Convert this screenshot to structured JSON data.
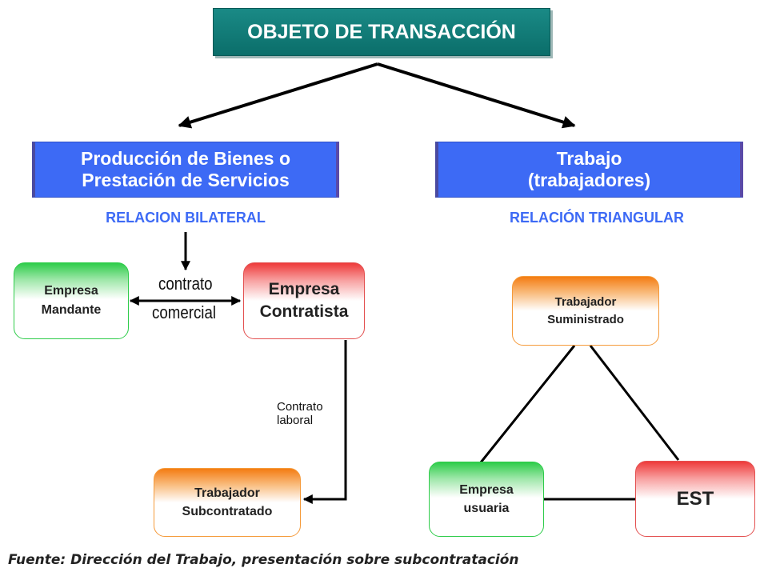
{
  "title": "OBJETO DE TRANSACCIÓN",
  "left_branch": {
    "lines": [
      "Producción de Bienes o",
      "Prestación de Servicios"
    ],
    "relation": "RELACION BILATERAL"
  },
  "right_branch": {
    "lines": [
      "Trabajo",
      "(trabajadores)"
    ],
    "relation": "RELACIÓN TRIANGULAR"
  },
  "bilateral": {
    "empresa_mandante": [
      "Empresa",
      "Mandante"
    ],
    "empresa_contratista": [
      "Empresa",
      "Contratista"
    ],
    "contrato_comercial": [
      "contrato",
      "comercial"
    ],
    "contrato_laboral": [
      "Contrato",
      "laboral"
    ],
    "trabajador_subcontratado": [
      "Trabajador",
      "Subcontratado"
    ]
  },
  "triangular": {
    "trabajador_suministrado": [
      "Trabajador",
      "Suministrado"
    ],
    "empresa_usuaria": [
      "Empresa",
      "usuaria"
    ],
    "est": "EST"
  },
  "source": "Fuente: Dirección del Trabajo, presentación sobre subcontratación",
  "colors": {
    "teal": "#0b6e6a",
    "blue": "#3d6af5",
    "green": "#2ecc4a",
    "red": "#ee3a3a",
    "orange": "#f47c12"
  }
}
